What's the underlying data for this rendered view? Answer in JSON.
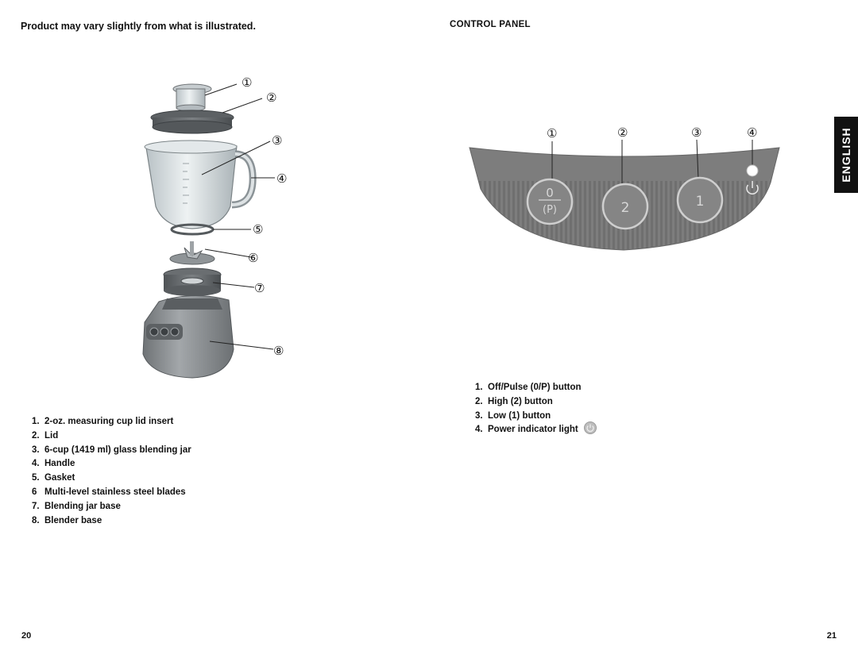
{
  "left_page": {
    "header": "Product may vary slightly from what is illustrated.",
    "callouts": [
      "①",
      "②",
      "③",
      "④",
      "⑤",
      "⑥",
      "⑦",
      "⑧"
    ],
    "parts": [
      {
        "num": "1.",
        "label": "2-oz. measuring cup lid insert"
      },
      {
        "num": "2.",
        "label": "Lid"
      },
      {
        "num": "3.",
        "label": "6-cup (1419 ml) glass blending jar"
      },
      {
        "num": "4.",
        "label": "Handle"
      },
      {
        "num": "5.",
        "label": "Gasket"
      },
      {
        "num": "6",
        "label": "Multi-level stainless steel blades"
      },
      {
        "num": "7.",
        "label": "Blending jar base"
      },
      {
        "num": "8.",
        "label": "Blender base"
      }
    ],
    "page_number": "20"
  },
  "right_page": {
    "header": "CONTROL PANEL",
    "callouts": [
      "①",
      "②",
      "③",
      "④"
    ],
    "panel_buttons": {
      "off_pulse_top": "0",
      "off_pulse_bottom": "(P)",
      "high": "2",
      "low": "1"
    },
    "items": [
      {
        "num": "1.",
        "label": "Off/Pulse (0/P) button"
      },
      {
        "num": "2.",
        "label": "High (2) button"
      },
      {
        "num": "3.",
        "label": "Low (1) button"
      },
      {
        "num": "4.",
        "label": "Power indicator light"
      }
    ],
    "power_icon": "power-icon",
    "language_tab": "ENGLISH",
    "page_number": "21"
  },
  "colors": {
    "panel": "#7b7b7b",
    "panel_stripes": "#6a6a6a",
    "button": "#858585",
    "button_ring": "#c9c9c9",
    "glass": "#d7dde0",
    "base": "#8a8e91"
  }
}
